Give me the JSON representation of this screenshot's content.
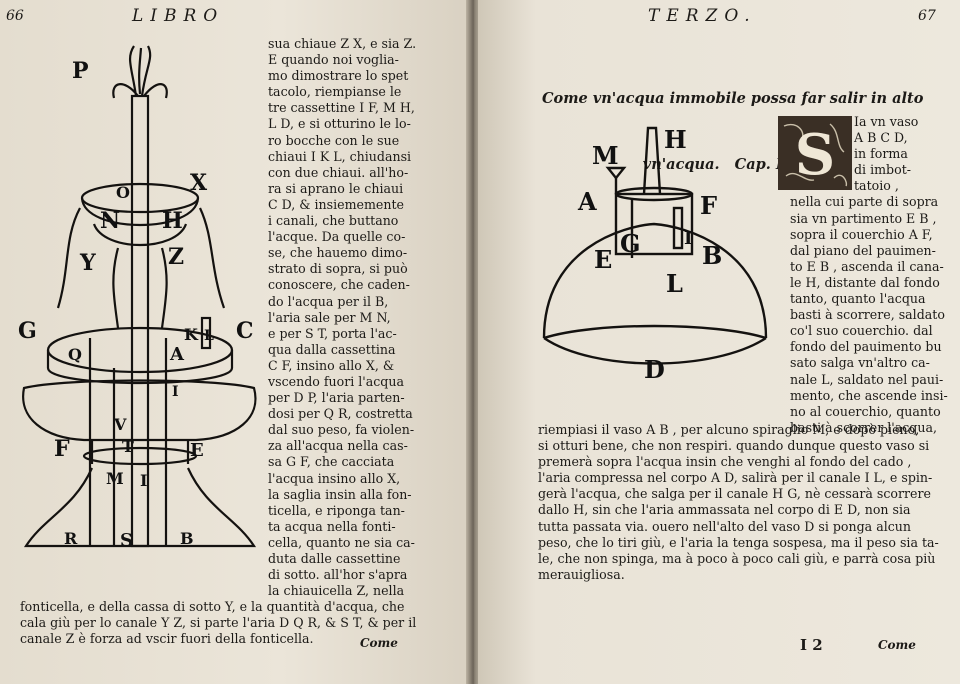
{
  "left_page": {
    "page_number": "66",
    "running_head": "LIBRO",
    "column_lines": [
      "sua chiaue Z X, e sia Z.",
      "E quando noi voglia-",
      "mo dimostrare lo spet",
      "tacolo, riempianse le",
      "tre cassettine I F, M H,",
      "L D, e si otturino le lo-",
      "ro bocche con le sue",
      "chiaui I K L, chiudansi",
      "con due chiaui. all'ho-",
      "ra si aprano le chiaui",
      "C D, & insiememente",
      "i canali, che buttano",
      "l'acque. Da quelle co-",
      "se, che hauemo dimo-",
      "strato di sopra, si può",
      "conoscere, che caden-",
      "do l'acqua per il B,",
      "l'aria sale per M N,",
      "e per S T, porta l'ac-",
      "qua dalla cassettina",
      "C F, insino allo X, &",
      "vscendo fuori l'acqua",
      "per D P, l'aria parten-",
      "dosi per Q R, costretta",
      "dal suo peso, fa violen-",
      "za all'acqua nella cas-",
      "sa G F, che cacciata",
      "l'acqua insino allo X,",
      "la saglia insin alla fon-",
      "ticella, e riponga tan-",
      "ta acqua nella fonti-",
      "cella, quanto ne sia ca-",
      "duta dalle cassettine",
      "di sotto. all'hor s'apra",
      "la chiauicella Z, nella"
    ],
    "full_lines": [
      "fonticella, e della cassa di sotto Y, e la quantità d'acqua, che",
      "cala giù per lo canale Y Z, si parte l'aria D Q R, & S T, & per il",
      "canale Z è forza ad vscir fuori della fonticella."
    ],
    "catchword": "Come",
    "figure_labels": [
      "P",
      "X",
      "O",
      "N",
      "H",
      "Y",
      "Z",
      "G",
      "C",
      "K",
      "L",
      "Q",
      "A",
      "I",
      "V",
      "F",
      "T",
      "E",
      "M",
      "I",
      "R",
      "S",
      "B"
    ]
  },
  "right_page": {
    "page_number": "67",
    "running_head": "TERZO.",
    "chapter_title_lines": [
      "Come vn'acqua immobile possa far salir in alto",
      "vn'acqua.   Cap. III."
    ],
    "initial_letter": "S",
    "column_lines": [
      "Ia vn vaso",
      "A B C D,",
      "in forma",
      "di imbot-",
      "tatoio ,",
      "nella cui parte di sopra",
      "sia vn partimento E B ,",
      "sopra il couerchio A F,",
      "dal piano del pauimen-",
      "to E B , ascenda il cana-",
      "le H, distante dal fondo",
      "tanto, quanto l'acqua",
      "basti à scorrere, saldato",
      "co'l suo couerchio. dal",
      "fondo del pauimento bu",
      "sato salga vn'altro ca-",
      "nale L, saldato nel paui-",
      "mento, che ascende insi-",
      "no al couerchio, quanto",
      "basti à scorrer l'acqua,"
    ],
    "full_lines": [
      "riempiasi il vaso A B , per alcuno spiraglio M, e dopò pieno,",
      "si otturi bene, che non respiri. quando dunque questo vaso si",
      "premerà sopra l'acqua insin che venghi al fondo del cado ,",
      "l'aria compressa nel corpo A D, salirà per il canale I L, e spin-",
      "gerà l'acqua, che salga per il canale H G, nè cessarà scorrere",
      "dallo H, sin che l'aria ammassata nel corpo di E D, non sia",
      "tutta passata via. ouero nell'alto del vaso D si ponga alcun",
      "peso, che lo tiri giù, e l'aria la tenga sospesa, ma il peso sia ta-",
      "le, che non spinga, ma à poco à poco cali giù, e parrà cosa più",
      "merauigliosa."
    ],
    "signature": "I  2",
    "catchword": "Come",
    "figure_labels": [
      "M",
      "H",
      "A",
      "F",
      "G",
      "I",
      "E",
      "B",
      "L",
      "D"
    ]
  }
}
